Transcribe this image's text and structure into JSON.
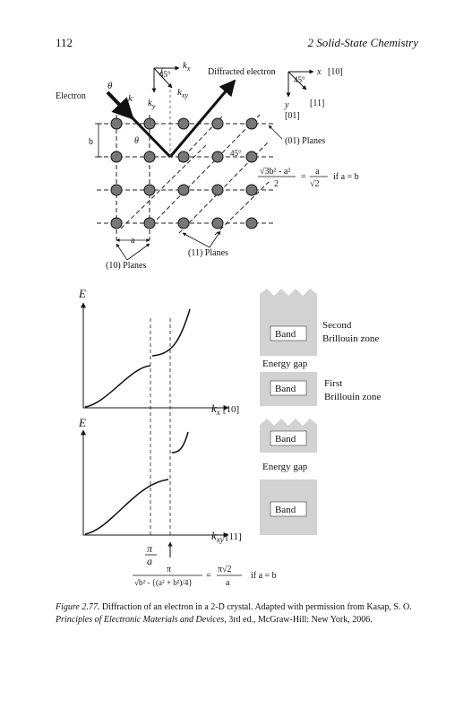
{
  "header": {
    "page_number": "112",
    "running_title": "2  Solid-State Chemistry"
  },
  "lattice_figure": {
    "electron": "Electron",
    "k": "k",
    "theta": "θ",
    "angle_45": "45°",
    "kx": "k",
    "kx_sub": "x",
    "ky": "k",
    "ky_sub": "y",
    "kxy": "k",
    "kxy_sub": "xy",
    "diffracted": "Diffracted electron",
    "axis_x": "x",
    "axis_y": "y",
    "dir_10": "[10]",
    "dir_11": "[11]",
    "dir_01": "[01]",
    "b": "b",
    "a": "a",
    "planes_01": "(01) Planes",
    "planes_11": "(11) Planes",
    "planes_10": "(10) Planes",
    "root_expr": "√3b² - a²",
    "two": "2",
    "eq": "=",
    "a_num": "a",
    "root2": "√2",
    "if_ab": "if a = b"
  },
  "band_figure": {
    "E": "E",
    "kx_label": "k",
    "kx_sub": "x",
    "kx_dir": "[10]",
    "kxy_label": "k",
    "kxy_sub": "xy",
    "kxy_dir": "[11]",
    "pi": "π",
    "a": "a",
    "band": "Band",
    "energy_gap": "Energy gap",
    "second_zone_1": "Second",
    "second_zone_2": "Brillouin zone",
    "first_zone_1": "First",
    "first_zone_2": "Brillouin zone",
    "formula_num": "π",
    "formula_den": "√b² - {(a² + b²)/4}",
    "formula_eq": "=",
    "formula_rhs_num": "π√2",
    "formula_rhs_den": "a",
    "formula_if": "if a = b"
  },
  "caption": {
    "lead": "Figure 2.77.",
    "text": " Diffraction of an electron in a 2-D crystal. Adapted with permission from Kasap, S. O. ",
    "book": "Principles of Electronic Materials and Devices,",
    "tail": " 3rd ed., McGraw-Hill: New York, 2006."
  }
}
